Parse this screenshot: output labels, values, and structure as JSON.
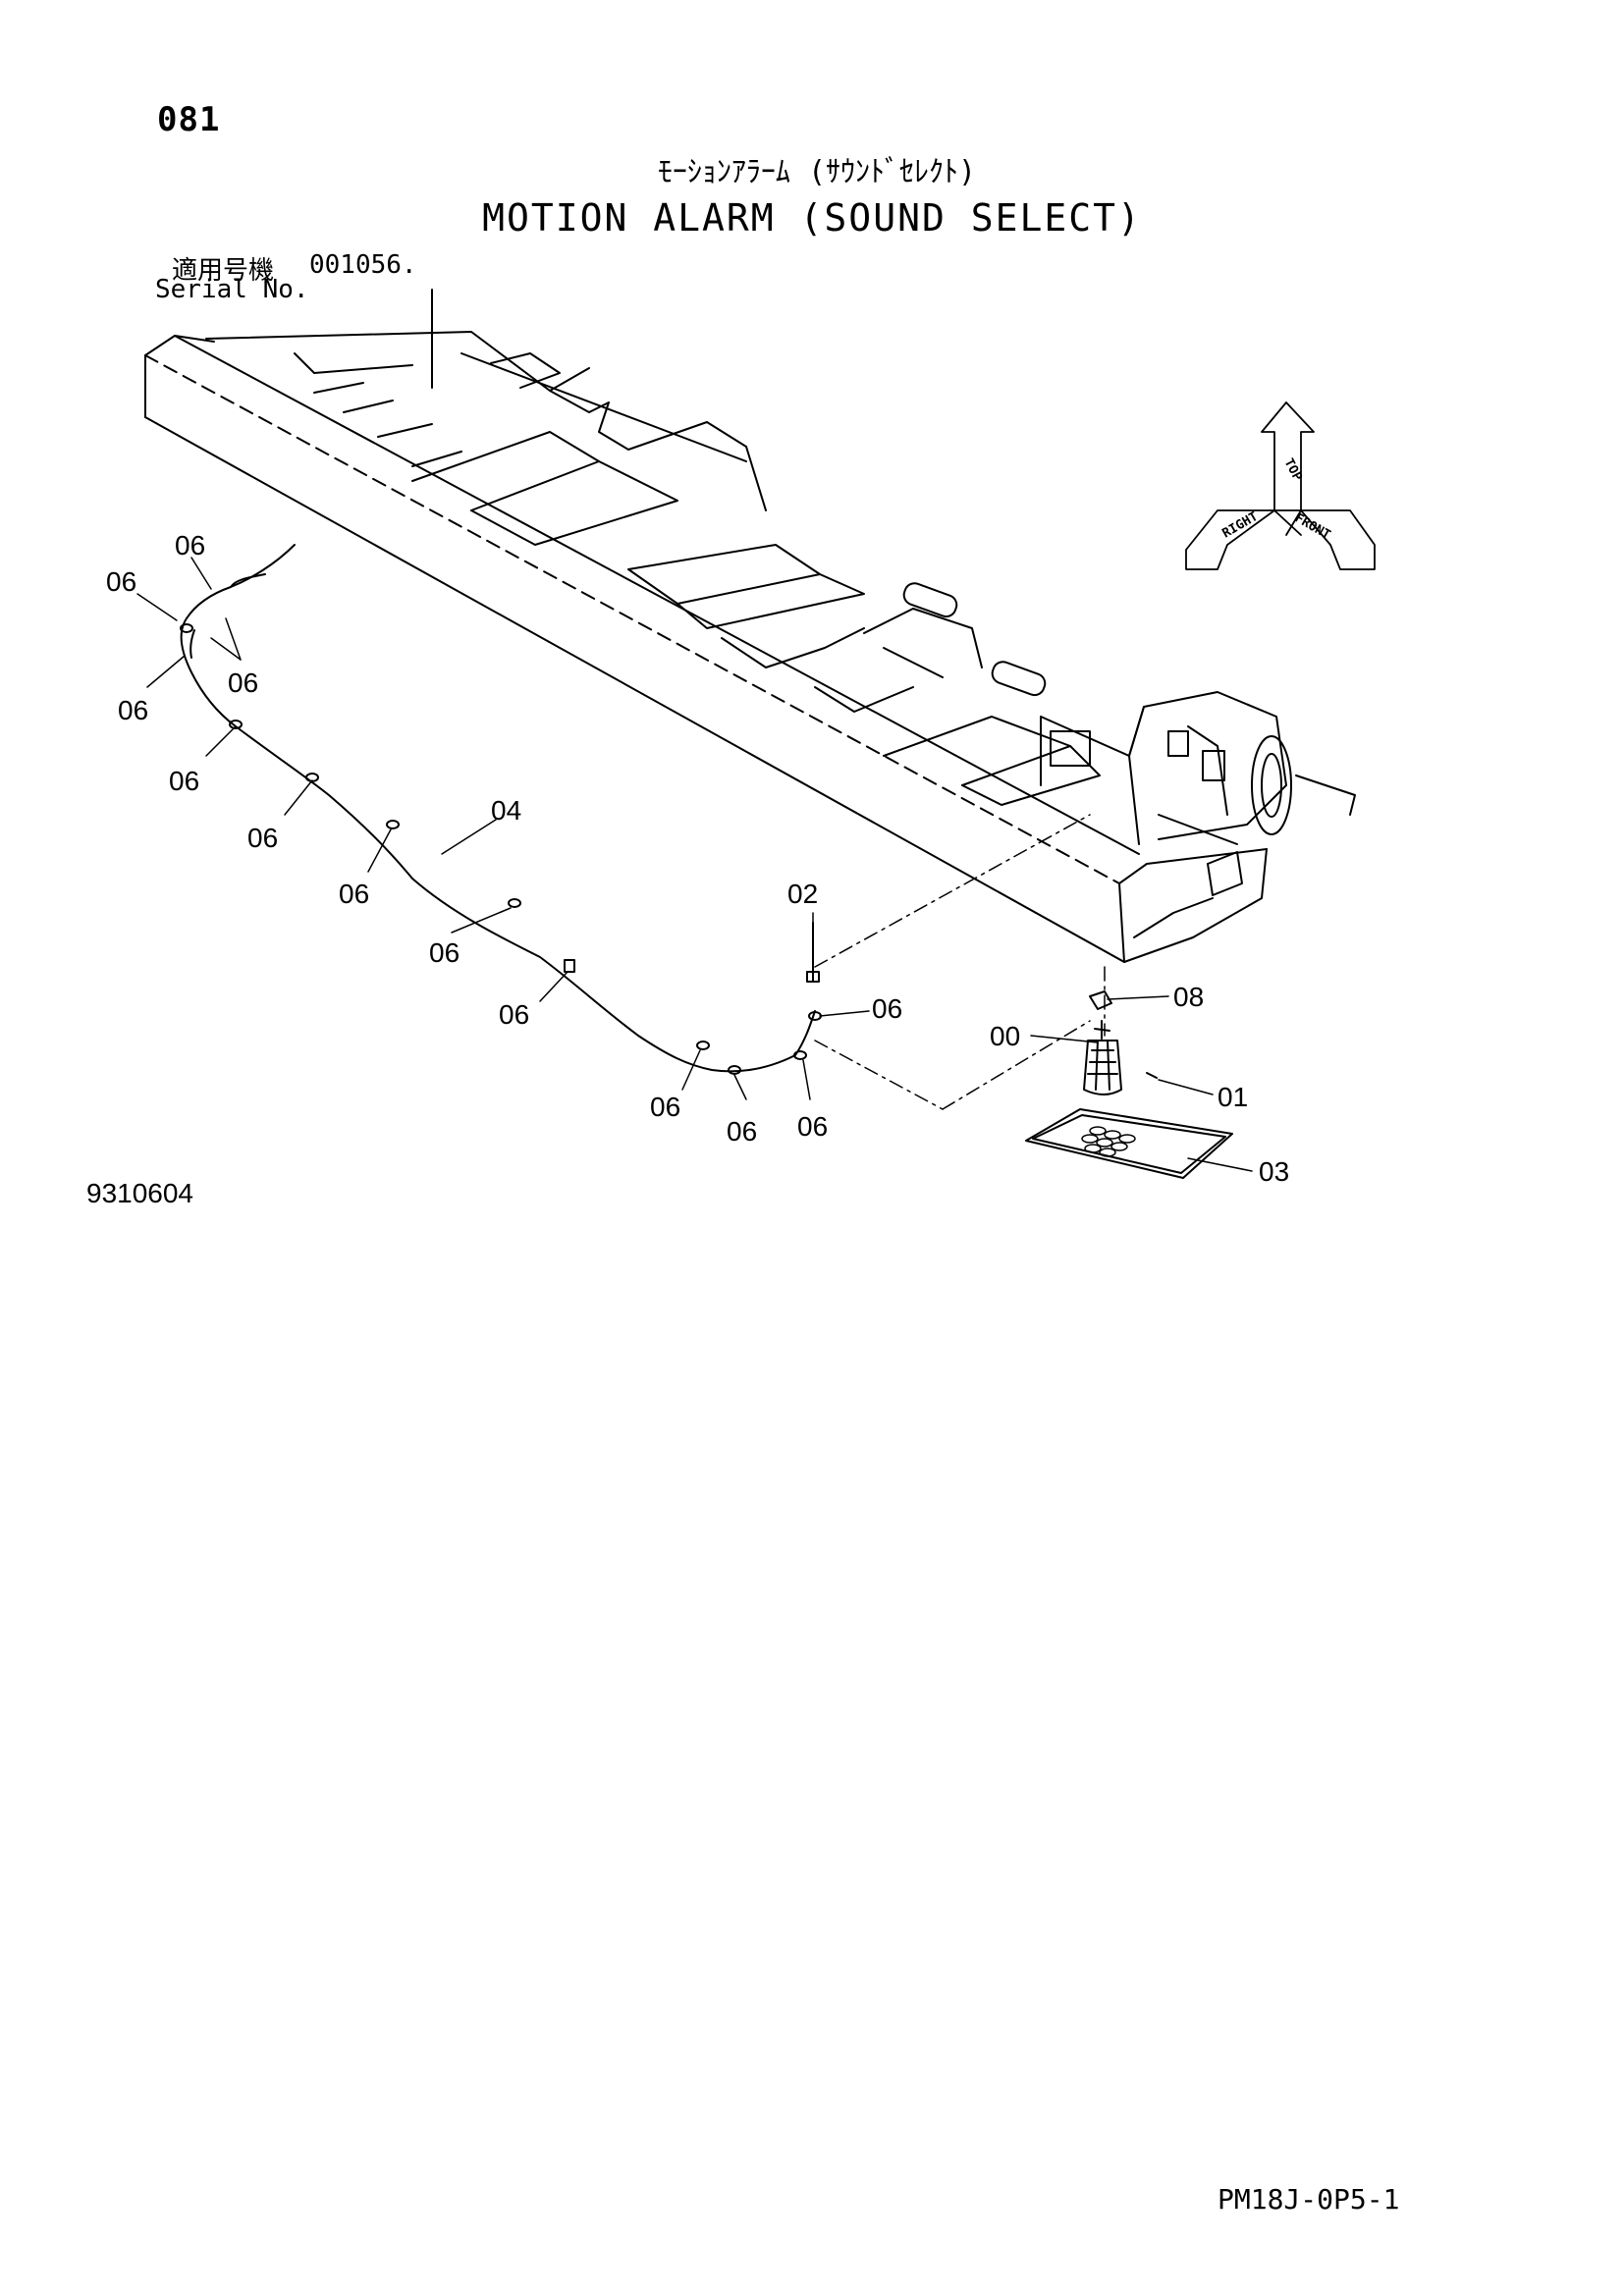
{
  "header": {
    "page_number": "081",
    "title_ja": "ﾓｰｼｮﾝｱﾗｰﾑ (ｻｳﾝﾄﾞｾﾚｸﾄ)",
    "title_en": "MOTION ALARM (SOUND SELECT)",
    "serial_label_ja": "適用号機",
    "serial_value": "001056.",
    "serial_label_en": "Serial No."
  },
  "footer": {
    "drawing_number": "9310604",
    "page_ref": "PM18J-0P5-1"
  },
  "orientation": {
    "top": "TOP",
    "right": "RIGHT",
    "front": "FRONT"
  },
  "callouts": [
    {
      "id": "c1",
      "label": "06"
    },
    {
      "id": "c2",
      "label": "06"
    },
    {
      "id": "c3",
      "label": "06"
    },
    {
      "id": "c4",
      "label": "06"
    },
    {
      "id": "c5",
      "label": "06"
    },
    {
      "id": "c6",
      "label": "06"
    },
    {
      "id": "c7",
      "label": "06"
    },
    {
      "id": "c8",
      "label": "04"
    },
    {
      "id": "c9",
      "label": "06"
    },
    {
      "id": "c10",
      "label": "06"
    },
    {
      "id": "c11",
      "label": "02"
    },
    {
      "id": "c12",
      "label": "06"
    },
    {
      "id": "c13",
      "label": "06"
    },
    {
      "id": "c14",
      "label": "06"
    },
    {
      "id": "c15",
      "label": "06"
    },
    {
      "id": "c16",
      "label": "08"
    },
    {
      "id": "c17",
      "label": "00"
    },
    {
      "id": "c18",
      "label": "01"
    },
    {
      "id": "c19",
      "label": "03"
    }
  ]
}
